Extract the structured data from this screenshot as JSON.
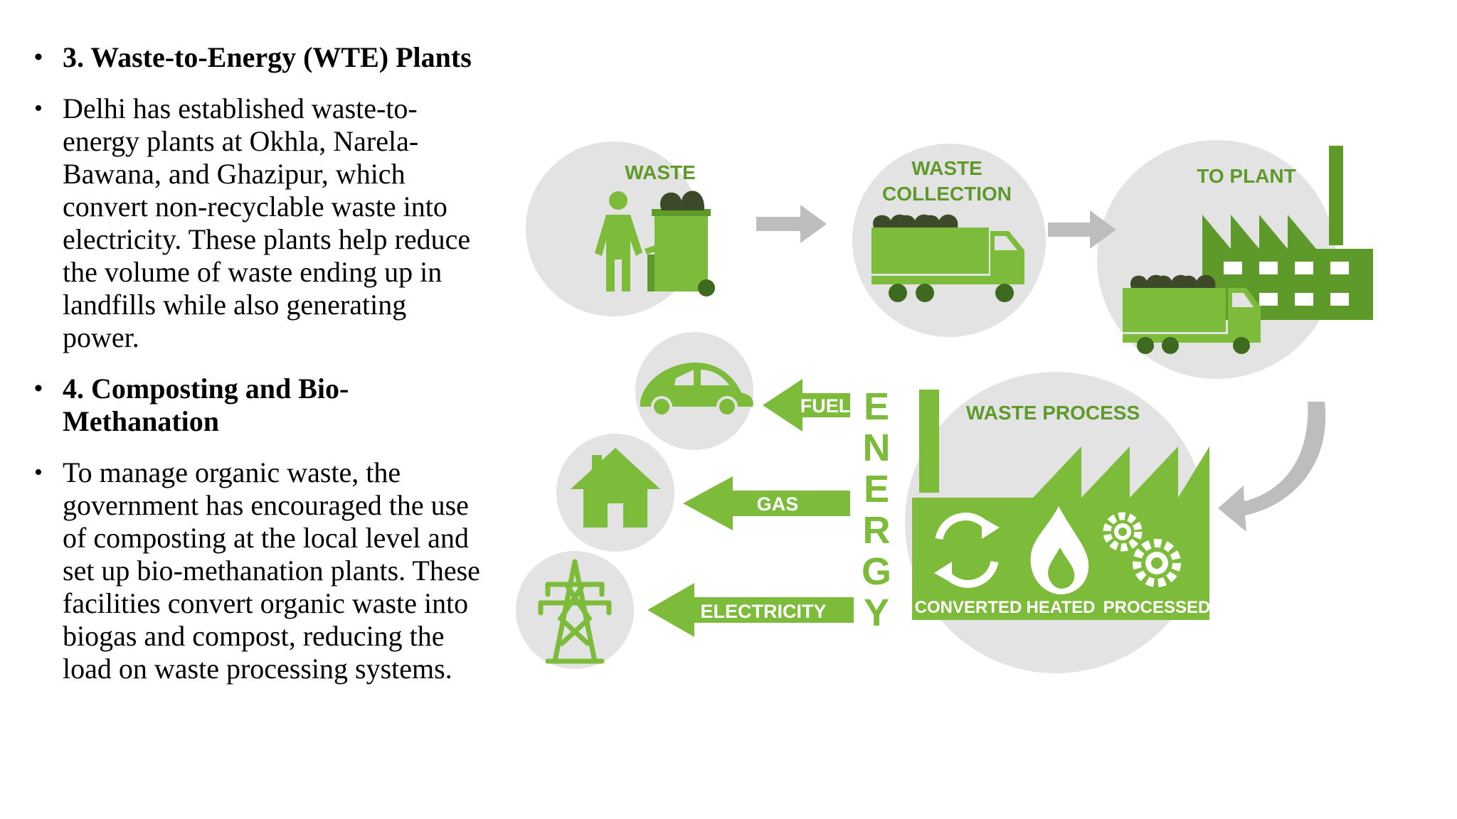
{
  "bullets": [
    {
      "text": "3. Waste-to-Energy (WTE) Plants",
      "heading": true
    },
    {
      "text": "Delhi has established waste-to-energy plants at Okhla, Narela-Bawana, and Ghazipur, which convert non-recyclable waste into electricity. These plants help reduce the volume of waste ending up in landfills while also generating power.",
      "heading": false
    },
    {
      "text": "4. Composting and Bio-Methanation",
      "heading": true
    },
    {
      "text": "To manage organic waste, the government has encouraged the use of composting at the local level and set up bio-methanation plants. These facilities convert organic waste into biogas and compost, reducing the load on waste processing systems.",
      "heading": false
    }
  ],
  "bullet_glyph": "•",
  "infographic": {
    "waste": "WASTE",
    "collection_line1": "WASTE",
    "collection_line2": "COLLECTION",
    "to_plant": "TO PLANT",
    "waste_process": "WASTE PROCESS",
    "converted": "CONVERTED",
    "heated": "HEATED",
    "processed": "PROCESSED",
    "fuel": "FUEL",
    "gas": "GAS",
    "electricity": "ELECTRICITY",
    "energy_letters": [
      "E",
      "N",
      "E",
      "R",
      "G",
      "Y"
    ],
    "icons": [
      "person-bin-icon",
      "garbage-truck-icon",
      "factory-icon",
      "car-icon",
      "house-icon",
      "power-tower-icon",
      "recycle-icon",
      "flame-icon",
      "gears-icon"
    ],
    "colors": {
      "green": "#7dbb3a",
      "dark_green": "#5e9a2a",
      "circle": "#e3e3e3",
      "arrow_gray": "#bdbdbd",
      "bag": "#3d4a2a"
    }
  }
}
